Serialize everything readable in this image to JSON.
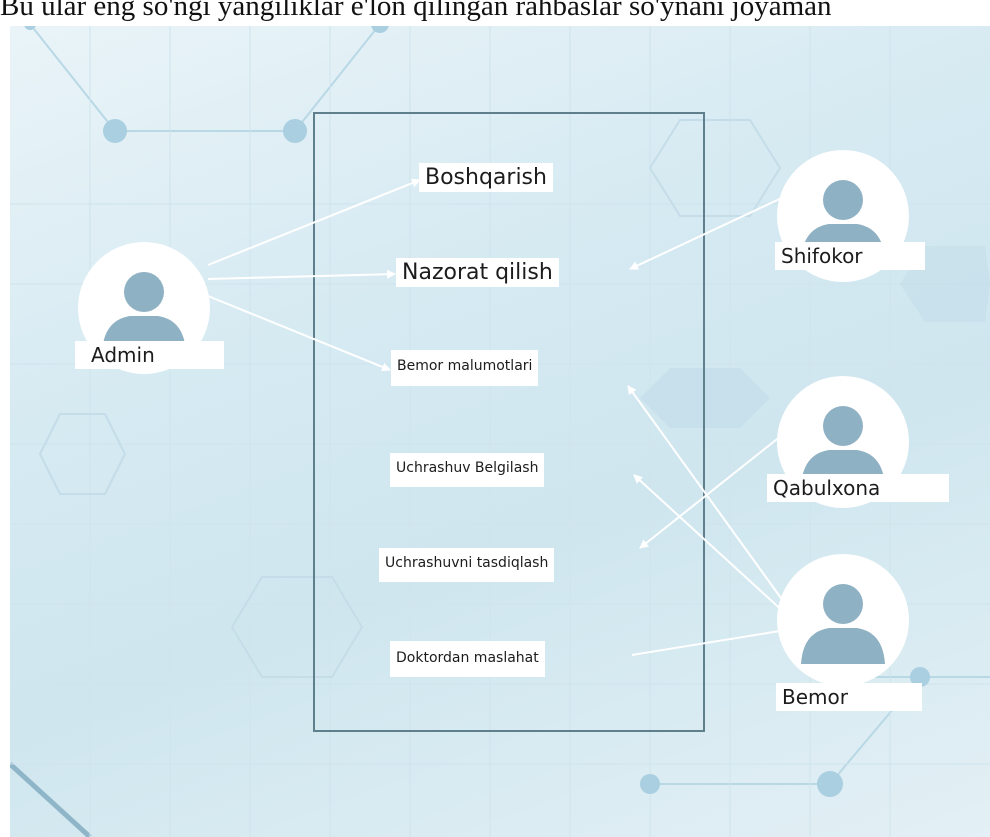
{
  "document": {
    "top_text": "Bu ular eng so'ngi yangiliklar e'lon qilingan rahbaslar so'ynani joyaman"
  },
  "diagram": {
    "actors": [
      {
        "id": "admin",
        "label": "Admin",
        "icon": "user-avatar-icon"
      },
      {
        "id": "shifokor",
        "label": "Shifokor",
        "icon": "user-avatar-icon"
      },
      {
        "id": "qabulxona",
        "label": "Qabulxona",
        "icon": "user-avatar-icon"
      },
      {
        "id": "bemor",
        "label": "Bemor",
        "icon": "user-avatar-icon"
      }
    ],
    "use_cases": [
      {
        "id": "boshqarish",
        "label": "Boshqarish"
      },
      {
        "id": "nazorat",
        "label": "Nazorat qilish"
      },
      {
        "id": "bemor_malumot",
        "label": "Bemor malumotlari"
      },
      {
        "id": "uchrashuv_belgilash",
        "label": "Uchrashuv Belgilash"
      },
      {
        "id": "uchrashuv_tasdiq",
        "label": "Uchrashuvni tasdiqlash"
      },
      {
        "id": "doktor_maslahat",
        "label": "Doktordan maslahat"
      }
    ],
    "links": [
      {
        "from": "admin",
        "to": "boshqarish"
      },
      {
        "from": "admin",
        "to": "nazorat"
      },
      {
        "from": "admin",
        "to": "bemor_malumot"
      },
      {
        "from": "shifokor",
        "to": "nazorat"
      },
      {
        "from": "qabulxona",
        "to": "uchrashuv_tasdiq"
      },
      {
        "from": "bemor",
        "to": "bemor_malumot"
      },
      {
        "from": "bemor",
        "to": "uchrashuv_belgilash"
      },
      {
        "from": "bemor",
        "to": "doktor_maslahat"
      }
    ],
    "colors": {
      "background": "#d6eaf2",
      "avatar_silhouette": "#8fb1c4",
      "system_border": "#5f7f8c",
      "connector": "#ffffff"
    }
  }
}
